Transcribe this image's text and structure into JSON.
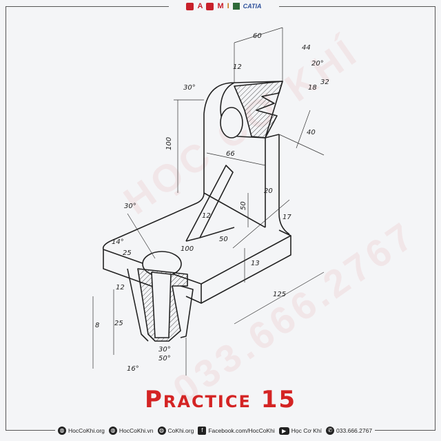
{
  "header": {
    "logos": [
      "revit-logo",
      "autocad-logo",
      "solidworks-logo",
      "mastercam-logo",
      "inventor-logo",
      "sketchup-logo",
      "catia-logo"
    ],
    "catia_label": "CATIA"
  },
  "drawing": {
    "dimensions": [
      "60",
      "12",
      "20°",
      "44",
      "32",
      "18",
      "30°",
      "100",
      "66",
      "40",
      "20",
      "50",
      "12",
      "17",
      "30°",
      "14°",
      "25",
      "100",
      "50",
      "13",
      "125",
      "12",
      "8",
      "25",
      "30°",
      "50°",
      "16°"
    ]
  },
  "watermark": {
    "brand": "HỌC CƠ KHÍ",
    "phone": "033.666.2767"
  },
  "title": "Practice 15",
  "footer": {
    "items": [
      {
        "icon": "globe-icon",
        "label": "HocCoKhi.org"
      },
      {
        "icon": "globe-icon",
        "label": "HocCoKhi.vn"
      },
      {
        "icon": "globe-icon",
        "label": "CoKhi.org"
      },
      {
        "icon": "facebook-icon",
        "label": "Facebook.com/HocCoKhi"
      },
      {
        "icon": "youtube-icon",
        "label": "Học Cơ Khí"
      },
      {
        "icon": "phone-icon",
        "label": "033.666.2767"
      }
    ]
  },
  "colors": {
    "title": "#d42424",
    "line": "#222222",
    "background": "#f4f5f7"
  }
}
